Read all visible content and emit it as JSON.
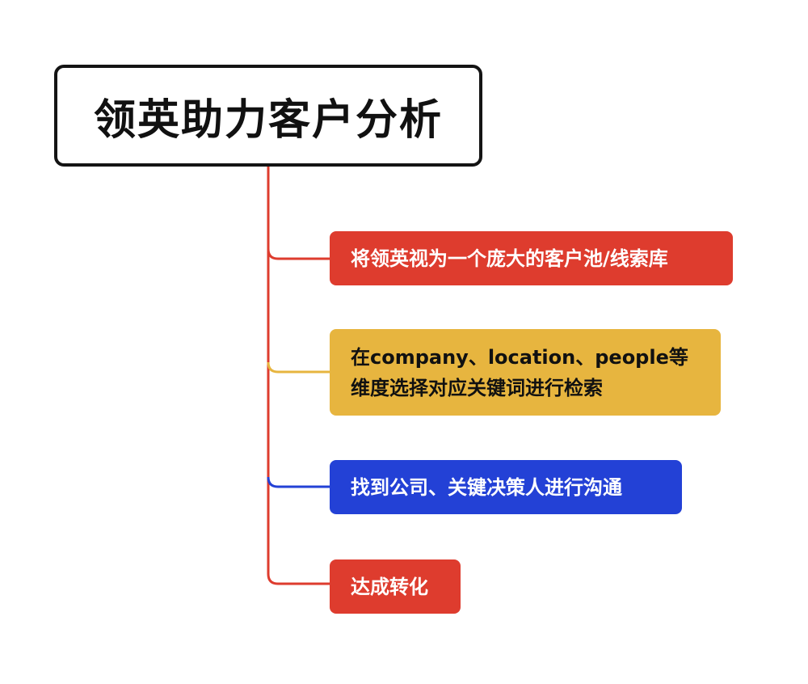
{
  "root": {
    "title": "领英助力客户分析",
    "border_color": "#141414"
  },
  "branches": [
    {
      "label": "将领英视为一个庞大的客户池/线索库",
      "color": "#de3c2e",
      "text_color": "#ffffff"
    },
    {
      "label": "在company、location、people等维度选择对应关键词进行检索",
      "color": "#e7b53f",
      "text_color": "#111111"
    },
    {
      "label": "找到公司、关键决策人进行沟通",
      "color": "#2341d6",
      "text_color": "#ffffff"
    },
    {
      "label": "达成转化",
      "color": "#de3c2e",
      "text_color": "#ffffff"
    }
  ],
  "connector_color": "#de3c2e"
}
